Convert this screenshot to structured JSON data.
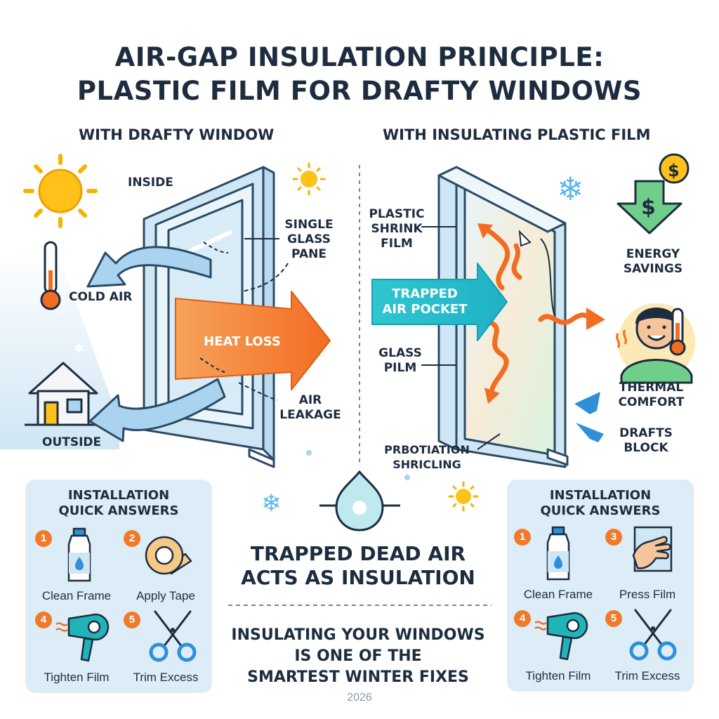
{
  "title": {
    "line1": "AIR-GAP INSULATION PRINCIPLE:",
    "line2": "PLASTIC FILM FOR DRAFTY WINDOWS"
  },
  "left": {
    "heading": "WITH DRAFTY WINDOW",
    "inside": "INSIDE",
    "cold_air": "COLD AIR",
    "outside": "OUTSIDE",
    "single_glass_pane": [
      "SINGLE",
      "GLASS",
      "PANE"
    ],
    "heat_loss": "HEAT LOSS",
    "air_leakage": [
      "AIR",
      "LEAKAGE"
    ]
  },
  "right": {
    "heading": "WITH INSULATING PLASTIC FILM",
    "plastic_shrink_film": [
      "PLASTIC",
      "SHRINK",
      "FILM"
    ],
    "trapped_air_pocket": [
      "TRAPPED",
      "AIR POCKET"
    ],
    "glass_pilm": [
      "GLASS",
      "PILM"
    ],
    "prbotiation": [
      "PRBOTIATION",
      "SHRICLING"
    ],
    "energy_savings": [
      "ENERGY",
      "SAVINGS"
    ],
    "thermal_comfort": [
      "THERMAL",
      "COMFORT"
    ],
    "drafts_block": [
      "DRAFTS",
      "BLOCK"
    ]
  },
  "left_panel": {
    "title": [
      "INSTALLATION",
      "QUICK ANSWERS"
    ],
    "steps": [
      {
        "num": "1",
        "label": "Clean Frame",
        "icon": "bottle-icon"
      },
      {
        "num": "2",
        "label": "Apply Tape",
        "icon": "tape-roll-icon"
      },
      {
        "num": "4",
        "label": "Tighten Film",
        "icon": "hair-dryer-icon"
      },
      {
        "num": "5",
        "label": "Trim Excess",
        "icon": "scissors-icon"
      }
    ]
  },
  "right_panel": {
    "title": [
      "INSTALLATION",
      "QUICK ANSWERS"
    ],
    "steps": [
      {
        "num": "1",
        "label": "Clean Frame",
        "icon": "bottle-icon"
      },
      {
        "num": "3",
        "label": "Press Film",
        "icon": "hand-press-icon"
      },
      {
        "num": "4",
        "label": "Tighten Film",
        "icon": "hair-dryer-icon"
      },
      {
        "num": "5",
        "label": "Trim Excess",
        "icon": "scissors-icon"
      }
    ]
  },
  "center": {
    "insulation_line1": "TRAPPED DEAD AIR",
    "insulation_line2": "ACTS AS INSULATION",
    "fix_line1": "INSULATING YOUR WINDOWS",
    "fix_line2": "IS ONE OF THE",
    "fix_line3": "SMARTEST WINTER FIXES",
    "year": "2026"
  },
  "colors": {
    "heat_orange": "#f47a2c",
    "cold_blue": "#a9d3ee",
    "teal": "#2fc6cf",
    "panel_bg": "#dcedf7",
    "badge_orange": "#f07a2a",
    "money_green": "#5cc27a"
  }
}
